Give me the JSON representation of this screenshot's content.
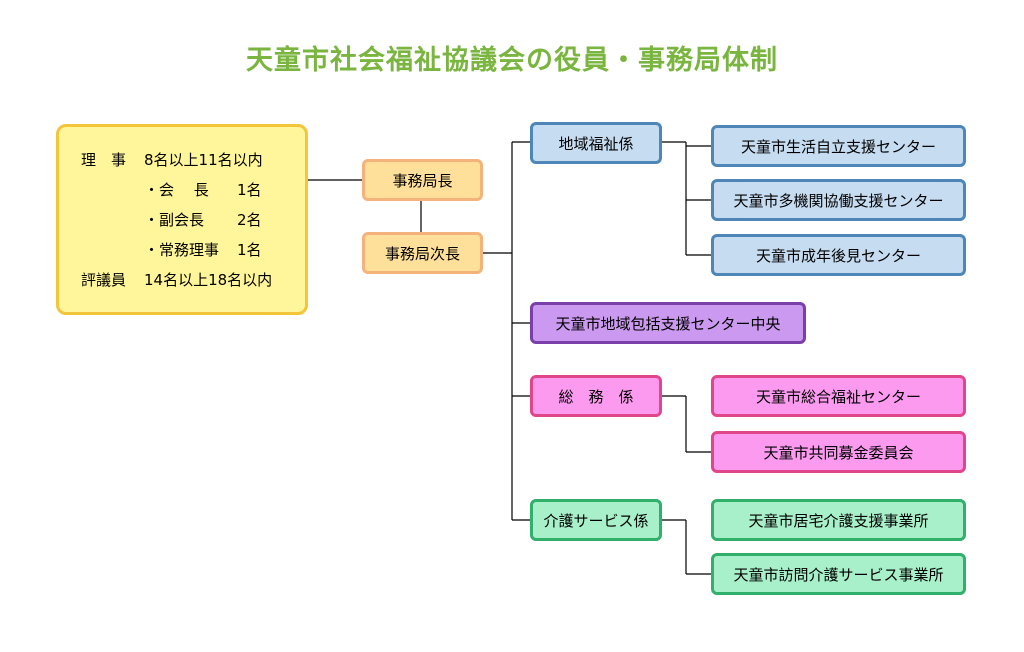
{
  "title": "天童市社会福祉協議会の役員・事務局体制",
  "board": {
    "rows": [
      {
        "label": "理　事",
        "value": "8名以上11名以内"
      },
      {
        "label": "・会　 長",
        "value": "1名"
      },
      {
        "label": "・副会長",
        "value": "2名"
      },
      {
        "label": "・常務理事",
        "value": "1名"
      },
      {
        "label": "評議員",
        "value": "14名以上18名以内"
      }
    ]
  },
  "secretariat": {
    "chief": "事務局長",
    "deputy": "事務局次長"
  },
  "departments": {
    "regional_welfare": {
      "name": "地域福祉係",
      "units": [
        "天童市生活自立支援センター",
        "天童市多機関協働支援センター",
        "天童市成年後見センター"
      ]
    },
    "comprehensive_center": {
      "name": "天童市地域包括支援センター中央"
    },
    "general_affairs": {
      "name": "総　務　係",
      "units": [
        "天童市総合福祉センター",
        "天童市共同募金委員会"
      ]
    },
    "care_service": {
      "name": "介護サービス係",
      "units": [
        "天童市居宅介護支援事業所",
        "天童市訪問介護サービス事業所"
      ]
    }
  }
}
